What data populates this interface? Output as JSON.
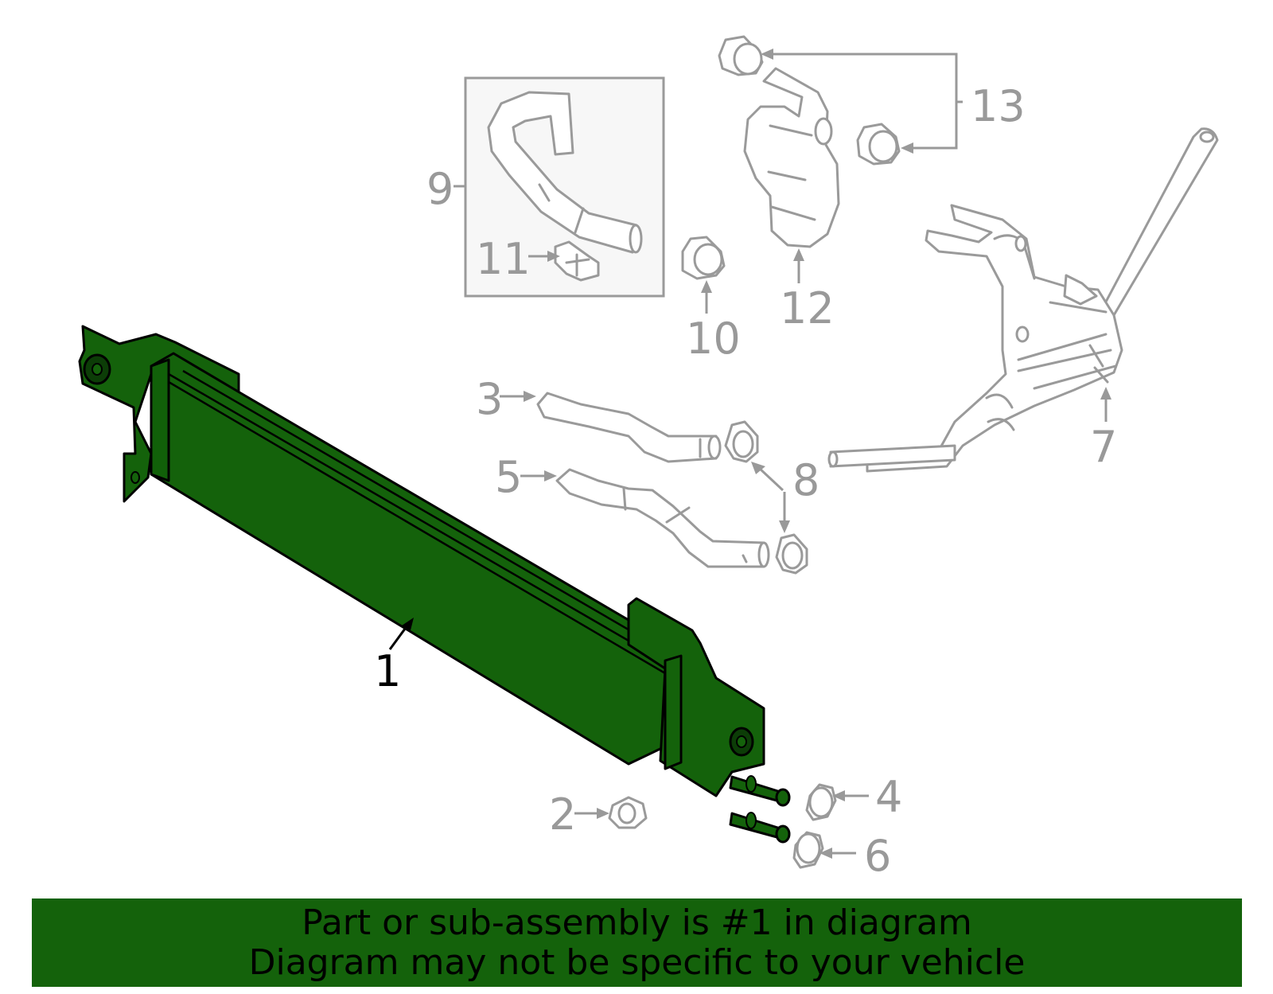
{
  "colors": {
    "highlight": "#14620b",
    "part_gray": "#9a9a9a",
    "banner_bg": "#14620b"
  },
  "callouts": {
    "c1": "1",
    "c2": "2",
    "c3": "3",
    "c4": "4",
    "c5": "5",
    "c6": "6",
    "c7": "7",
    "c8": "8",
    "c9": "9",
    "c10": "10",
    "c11": "11",
    "c12": "12",
    "c13": "13"
  },
  "banner": {
    "line1": "Part or sub-assembly is #1 in diagram",
    "line2": "Diagram may not be specific to your vehicle"
  }
}
